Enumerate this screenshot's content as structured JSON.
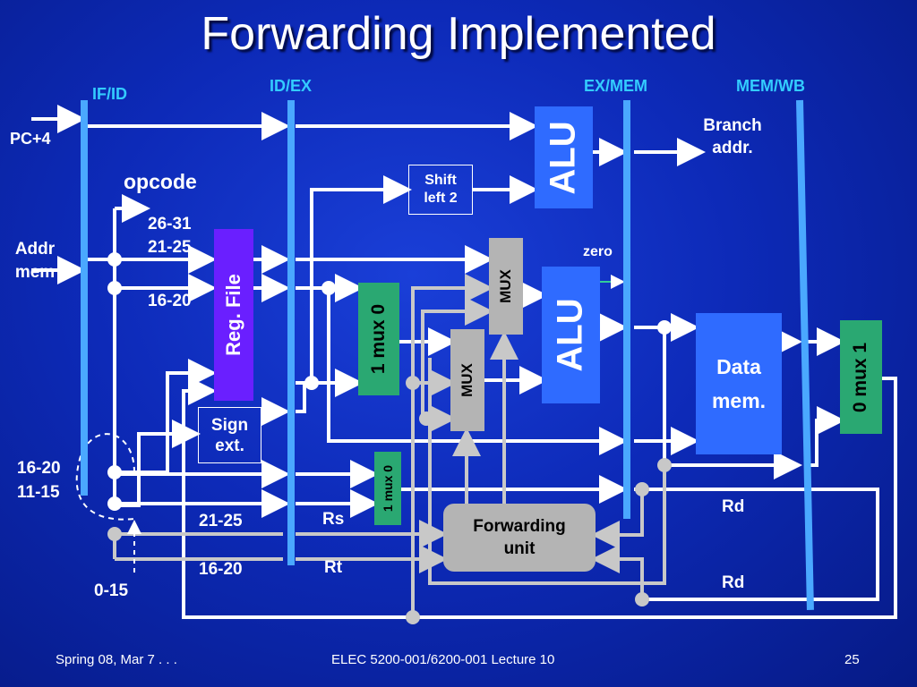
{
  "slide": {
    "title": "Forwarding Implemented",
    "footer_left": "Spring 08, Mar 7 . . .",
    "footer_center": "ELEC 5200-001/6200-001 Lecture 10",
    "footer_right": "25"
  },
  "pipeline_registers": {
    "if_id": "IF/ID",
    "id_ex": "ID/EX",
    "ex_mem": "EX/MEM",
    "mem_wb": "MEM/WB"
  },
  "blocks": {
    "alu_top": "ALU",
    "alu_main": "ALU",
    "shift_left_2": "Shift left 2",
    "reg_file": "Reg. File",
    "sign_ext": "Sign ext.",
    "mux_a": "MUX",
    "mux_b": "MUX",
    "mux_alusrc": "1 mux 0",
    "mux_regdst": "1 mux 0",
    "mux_wb": "0 mux 1",
    "data_mem": "Data mem.",
    "forwarding_unit": "Forwarding unit"
  },
  "labels": {
    "pc4": "PC+4",
    "addr_mem": "Addr mem",
    "opcode": "opcode",
    "bits_26_31": "26-31",
    "bits_21_25": "21-25",
    "bits_16_20": "16-20",
    "bits_16_20_b": "16-20",
    "bits_11_15": "11-15",
    "bits_21_25_rs": "21-25",
    "bits_16_20_rt": "16-20",
    "bits_0_15": "0-15",
    "rs": "Rs",
    "rt": "Rt",
    "branch_addr": "Branch addr.",
    "zero": "zero",
    "rd_top": "Rd",
    "rd_bottom": "Rd"
  }
}
